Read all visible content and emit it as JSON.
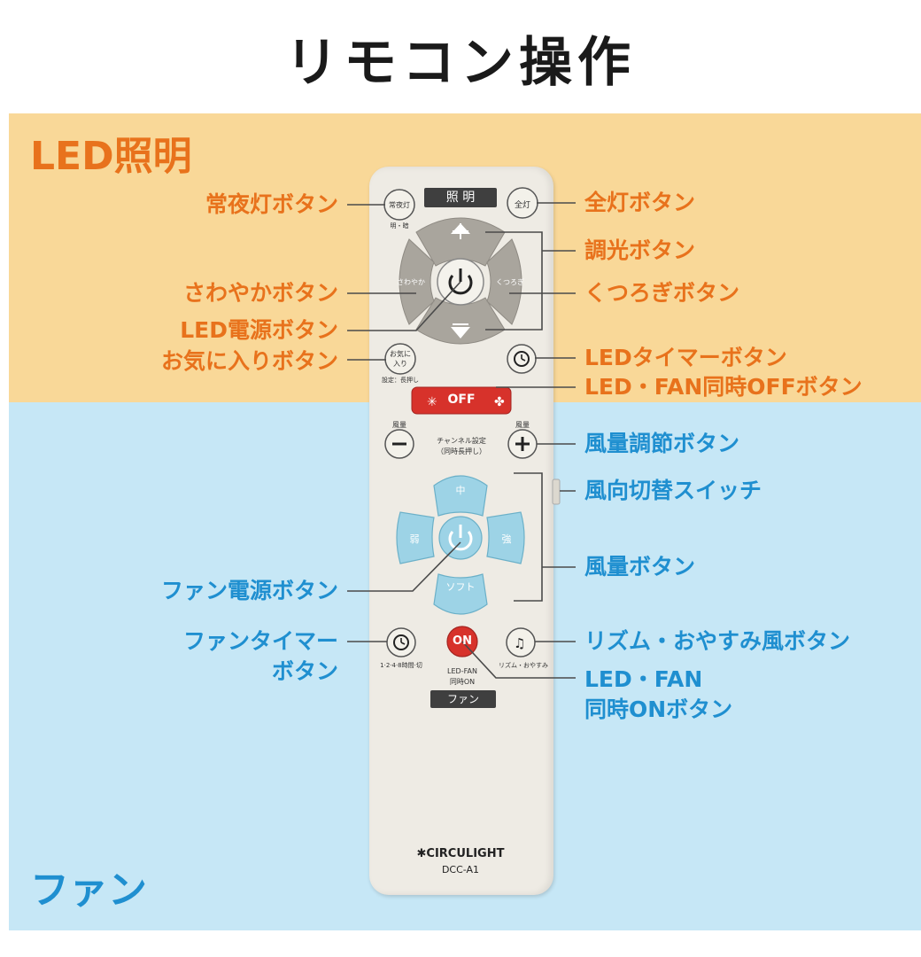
{
  "title": "リモコン操作",
  "sections": {
    "led": {
      "heading": "LED照明",
      "color": "#e8721c",
      "bg": "#f9d898"
    },
    "fan": {
      "heading": "ファン",
      "color": "#1f8fd0",
      "bg": "#c6e7f6"
    }
  },
  "labels": {
    "night_light": "常夜灯ボタン",
    "full_light": "全灯ボタン",
    "dimmer": "調光ボタン",
    "sawayaka": "さわやかボタン",
    "kutsurogi": "くつろぎボタン",
    "led_power": "LED電源ボタン",
    "favorite": "お気に入りボタン",
    "led_timer": "LEDタイマーボタン",
    "simul_off": "LED・FAN同時OFFボタン",
    "airflow_adjust": "風量調節ボタン",
    "direction_switch": "風向切替スイッチ",
    "airflow": "風量ボタン",
    "fan_power": "ファン電源ボタン",
    "fan_timer_line1": "ファンタイマー",
    "fan_timer_line2": "ボタン",
    "rhythm_sleep": "リズム・おやすみ風ボタン",
    "simul_on_line1": "LED・FAN",
    "simul_on_line2": "同時ONボタン"
  },
  "remote": {
    "lcd_top": "照 明",
    "night_btn": "常夜灯",
    "night_sub": "明・暗",
    "full_btn": "全灯",
    "sawayaka_btn": "さわやか",
    "kutsurogi_btn": "くつろぎ",
    "fav_btn_line1": "お気に",
    "fav_btn_line2": "入り",
    "fav_sub": "設定：長押し",
    "off_btn": "OFF",
    "fan_vol_label": "風量",
    "channel_line1": "チャンネル設定",
    "channel_line2": "（同時長押し）",
    "mid_btn": "中",
    "weak_btn": "弱",
    "strong_btn": "強",
    "soft_btn": "ソフト",
    "fan_timer_sub": "1·2·4·8時間·切",
    "on_btn": "ON",
    "on_sub_line1": "LED-FAN",
    "on_sub_line2": "同時ON",
    "lcd_bottom": "ファン",
    "rhythm_sub": "リズム・おやすみ",
    "brand": "✱CIRCULIGHT",
    "model": "DCC-A1"
  }
}
